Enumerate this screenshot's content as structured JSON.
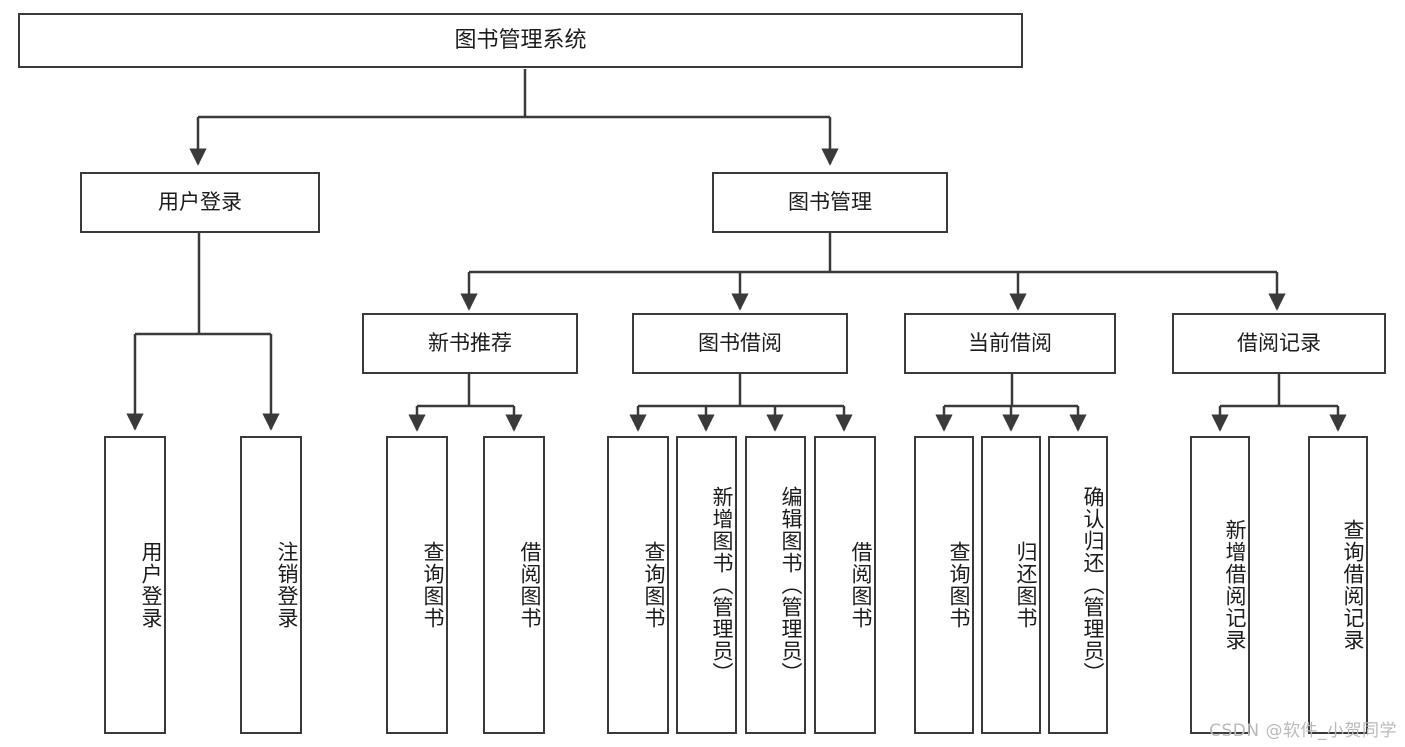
{
  "diagram": {
    "type": "tree",
    "title": "图书管理系统",
    "watermark": "CSDN @软件_小贺同学",
    "colors": {
      "background": "#ffffff",
      "box_fill": "#ffffff",
      "box_border": "#3a3a3a",
      "edge": "#3a3a3a",
      "text": "#1c1c1c",
      "watermark": "#b9b9b9"
    },
    "nodes": {
      "root": {
        "label": "图书管理系统",
        "level": 0
      },
      "l1": [
        {
          "id": "user_login",
          "label": "用户登录",
          "level": 1
        },
        {
          "id": "book_manage",
          "label": "图书管理",
          "level": 1
        }
      ],
      "l2": [
        {
          "id": "new_book_rec",
          "label": "新书推荐",
          "level": 2,
          "parent": "book_manage"
        },
        {
          "id": "book_borrow",
          "label": "图书借阅",
          "level": 2,
          "parent": "book_manage"
        },
        {
          "id": "current_borrow",
          "label": "当前借阅",
          "level": 2,
          "parent": "book_manage"
        },
        {
          "id": "borrow_record",
          "label": "借阅记录",
          "level": 2,
          "parent": "book_manage"
        }
      ],
      "leaves": [
        {
          "id": "leaf_user_login",
          "label": "用户登录",
          "parent": "user_login"
        },
        {
          "id": "leaf_logout",
          "label": "注销登录",
          "parent": "user_login"
        },
        {
          "id": "leaf_query_books_1",
          "label": "查询图书",
          "parent": "new_book_rec"
        },
        {
          "id": "leaf_borrow_books_1",
          "label": "借阅图书",
          "parent": "new_book_rec"
        },
        {
          "id": "leaf_query_books_2",
          "label": "查询图书",
          "parent": "book_borrow"
        },
        {
          "id": "leaf_add_book",
          "label": "新增图书（管理员）",
          "parent": "book_borrow"
        },
        {
          "id": "leaf_edit_book",
          "label": "编辑图书（管理员）",
          "parent": "book_borrow"
        },
        {
          "id": "leaf_borrow_books_2",
          "label": "借阅图书",
          "parent": "book_borrow"
        },
        {
          "id": "leaf_query_books_3",
          "label": "查询图书",
          "parent": "current_borrow"
        },
        {
          "id": "leaf_return_book",
          "label": "归还图书",
          "parent": "current_borrow"
        },
        {
          "id": "leaf_confirm_return",
          "label": "确认归还（管理员）",
          "parent": "current_borrow"
        },
        {
          "id": "leaf_add_record",
          "label": "新增借阅记录",
          "parent": "borrow_record"
        },
        {
          "id": "leaf_query_record",
          "label": "查询借阅记录",
          "parent": "borrow_record"
        }
      ]
    }
  }
}
